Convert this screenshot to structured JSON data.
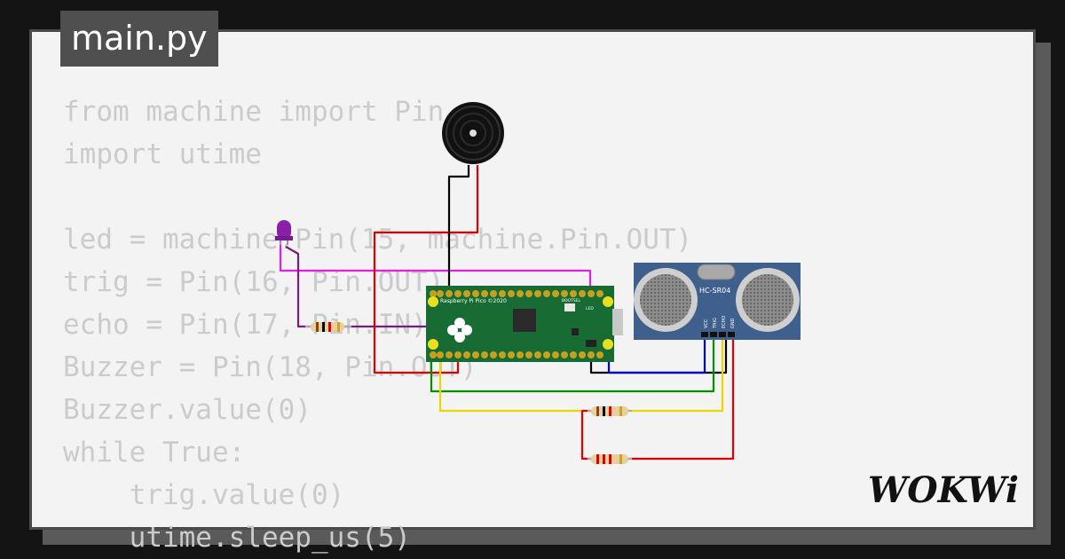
{
  "tab": {
    "title": "main.py"
  },
  "code": {
    "lines": [
      "from machine import Pin",
      "import utime",
      "",
      "led = machine.Pin(15, machine.Pin.OUT)",
      "trig = Pin(16, Pin.OUT)",
      "echo = Pin(17, Pin.IN)",
      "Buzzer = Pin(18, Pin.OUT)",
      "Buzzer.value(0)",
      "while True:",
      "    trig.value(0)",
      "    utime.sleep_us(5)"
    ]
  },
  "circuit": {
    "pico_label": "Raspberry Pi Pico ©2020",
    "pico_bootsel": "BOOTSEL",
    "pico_led": "LED",
    "sensor_label": "HC-SR04",
    "sensor_pins": [
      "VCC",
      "TRIG",
      "ECHO",
      "GND"
    ]
  },
  "brand": {
    "logo": "WOKWi"
  },
  "colors": {
    "pico_board": "#176b33",
    "sensor_board": "#3f5f8c",
    "led": "#8a1fa8",
    "wire_red": "#e00000",
    "wire_black": "#000000",
    "wire_magenta": "#e020e0",
    "wire_purple": "#7a1a7a",
    "wire_blue": "#0000e0",
    "wire_green": "#009000",
    "wire_yellow": "#e8d800"
  }
}
